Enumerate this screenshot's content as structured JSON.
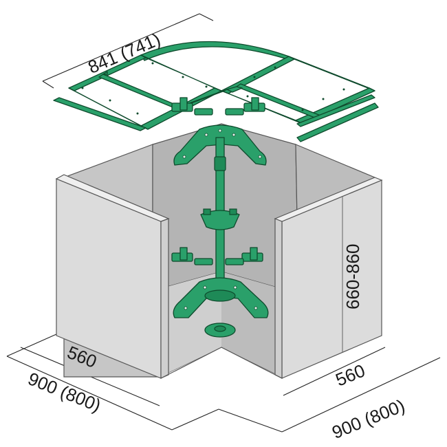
{
  "dimensions": {
    "top_width": "841 (741)",
    "left_inner": "560",
    "left_outer": "900 (800)",
    "right_inner": "560",
    "right_outer": "900 (800)",
    "height": "660-860"
  },
  "colors": {
    "fitting": "#2aa06a",
    "fitting_outline": "#0e4a2c",
    "panel_light": "#d9d9d9",
    "panel_inner": "#c2c2c2",
    "panel_dark": "#9e9e9e"
  }
}
